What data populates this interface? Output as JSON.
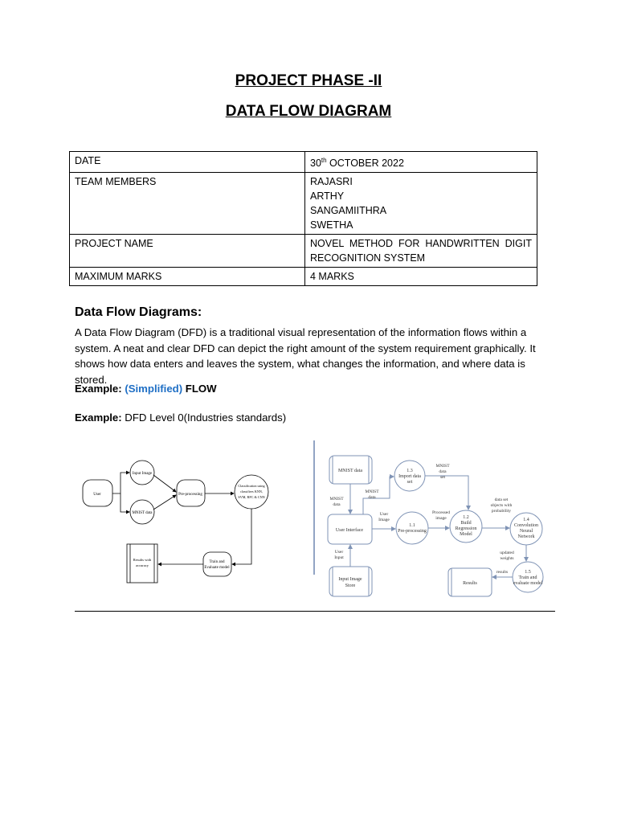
{
  "header": {
    "title": "PROJECT PHASE -II",
    "subtitle": "DATA FLOW DIAGRAM"
  },
  "info_table": {
    "rows": [
      {
        "label": "DATE",
        "value_main": "30",
        "value_sup": "th",
        "value_rest": " OCTOBER 2022"
      },
      {
        "label": "TEAM MEMBERS",
        "values": [
          "RAJASRI",
          "ARTHY",
          "SANGAMIITHRA",
          "SWETHA"
        ]
      },
      {
        "label": "PROJECT NAME",
        "values": [
          "NOVEL METHOD FOR HANDWRITTEN DIGIT",
          "RECOGNITION SYSTEM"
        ]
      },
      {
        "label": "MAXIMUM MARKS",
        "values": [
          "4 MARKS"
        ]
      }
    ]
  },
  "section": {
    "heading": "Data Flow Diagrams:",
    "paragraph": "A Data Flow Diagram (DFD) is a traditional visual representation of the information flows within a system. A neat and clear DFD can depict the right amount of the system requirement graphically. It shows how data enters and leaves the system, what changes the information, and where data is stored.",
    "example1_label": "Example:",
    "example1_highlight": "(Simplified)",
    "example1_rest": " FLOW",
    "example2_label": "Example:",
    "example2_rest": " DFD Level 0(Industries standards)"
  },
  "colors": {
    "highlight": "#1f6fc5",
    "diagram_line": "#7f93b5"
  },
  "simplified_flow": {
    "user": "User",
    "input_image": "Input Image",
    "mnist_data": "MNIST data",
    "preprocessing": "Pre-processing",
    "classification": [
      "Classification using",
      "classifiers KNN,",
      "SVM, RFC & CNN"
    ],
    "train": [
      "Train and",
      "Evaluate model"
    ],
    "results": [
      "Results with",
      "accuracy"
    ]
  },
  "dfd_level0": {
    "mnist_store": "MNIST data",
    "user_interface": "User Interface",
    "input_store": [
      "Input Image",
      "Store"
    ],
    "p13": [
      "1.3",
      "Import data",
      "set"
    ],
    "p11": [
      "1.1",
      "Pre-processing"
    ],
    "p12": [
      "1.2",
      "Build",
      "Regression",
      "Model"
    ],
    "p14": [
      "1.4",
      "Convolution",
      "Neural",
      "Network"
    ],
    "p15": [
      "1.5",
      "Train and",
      "evaluate model"
    ],
    "results": "Results",
    "flows": {
      "mnist_data_left": [
        "MNIST",
        "data"
      ],
      "mnist_data_mid": [
        "MNIST",
        "data"
      ],
      "mnist_data_set": [
        "MNIST",
        "data",
        "set"
      ],
      "user_image": [
        "User",
        "Image"
      ],
      "processed_image": [
        "Processed",
        "image"
      ],
      "dataset_prob": [
        "data set",
        "objects with",
        "probability"
      ],
      "updated_weights": [
        "updated",
        "weights"
      ],
      "results_flow": "results",
      "user_input": [
        "User",
        "Input"
      ]
    }
  }
}
